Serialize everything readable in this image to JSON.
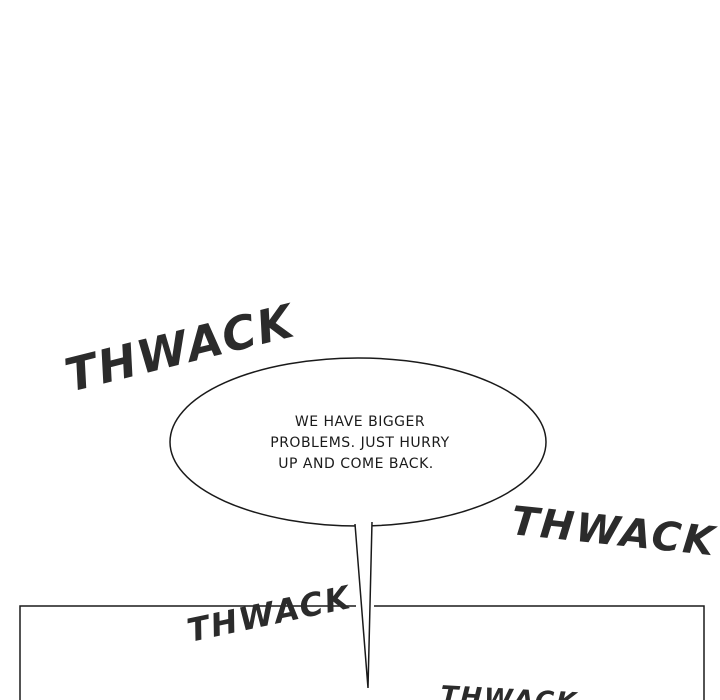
{
  "speech_bubble": {
    "lines": [
      "WE HAVE BIGGER",
      "PROBLEMS. JUST HURRY",
      "UP AND COME BACK."
    ]
  },
  "sound_effects": [
    {
      "text": "THWACK"
    },
    {
      "text": "THWACK"
    },
    {
      "text": "THWACK"
    },
    {
      "text": "THWACK"
    }
  ],
  "colors": {
    "background": "#ffffff",
    "ink": "#1a1a1a",
    "sfx_ink": "#2b2b2b"
  }
}
